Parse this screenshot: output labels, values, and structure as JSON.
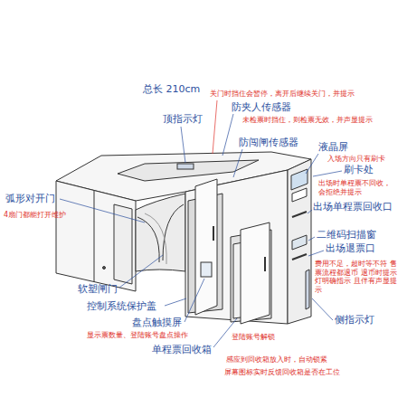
{
  "diagram": {
    "labels": [
      "总长 210cm",
      "关门时挡住会暂停，离开后继续关门，并提示",
      "防夹人传感器",
      "顶指示灯",
      "未检票时挡住，则检票无效，并声显提示",
      "防闯闸传感器",
      "液晶屏",
      "入场方向只有刷卡",
      "刷卡处",
      "出场时单程票不回收， 会拒绝并提示",
      "出场单程票回收口",
      "二维码扫描窗",
      "出场退票口",
      "费用不足，超时等不符 售票流程都退币 退币时提示灯明确指示 且伴有声显提示",
      "侧指示灯",
      "弧形对开门",
      "4扇门都能打开维护",
      "软塑闸门",
      "控制系统保护盖",
      "盘点触摸屏",
      "显示票数量、登陆账号盘点操作",
      "登陆账号解锁",
      "单程票回收箱",
      "感应到回收箱放入时，自动锁紧",
      "屏幕图标实时反馈回收箱是否在工位"
    ]
  }
}
